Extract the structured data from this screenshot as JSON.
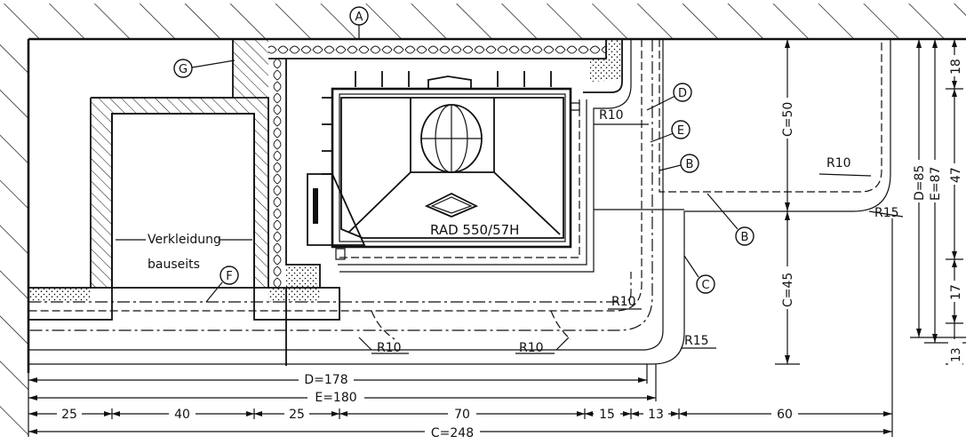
{
  "bubbles": {
    "a": "A",
    "b_right": "B",
    "b_bottom": "B",
    "c": "C",
    "d": "D",
    "e": "E",
    "f": "F",
    "g": "G"
  },
  "labels": {
    "cladding_line1": "Verkleidung",
    "cladding_line2": "bauseits",
    "insert_model": "RAD 550/57H"
  },
  "radii": {
    "r10_top": "R10",
    "r10_right": "R10",
    "r15_right": "R15",
    "r10_corner": "R10",
    "r15_corner": "R15",
    "r10_bottom_left": "R10",
    "r10_bottom_right": "R10"
  },
  "dimensions": {
    "bottom": {
      "d_total": "D=178",
      "e_total": "E=180",
      "c_total": "C=248",
      "seg1": "25",
      "seg2": "40",
      "seg3": "25",
      "seg4": "70",
      "seg5": "15",
      "seg6": "13",
      "seg7": "60"
    },
    "right": {
      "c_upper": "C=50",
      "c_lower": "C=45",
      "d_total": "D=85",
      "e_total": "E=87",
      "seg_top": "18",
      "seg_mid": "47",
      "seg_low": "17",
      "seg_bottom": "13"
    }
  }
}
